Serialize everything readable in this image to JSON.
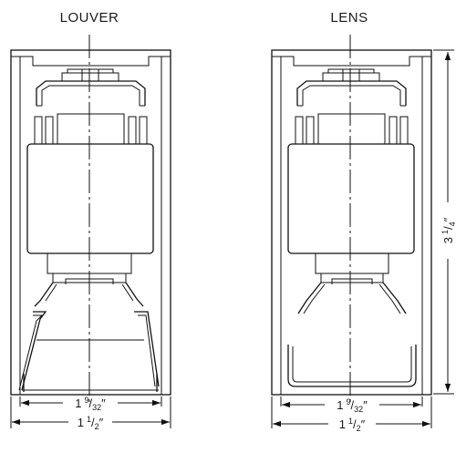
{
  "views": [
    {
      "title": "LOUVER",
      "inner_width": {
        "whole": "1",
        "num": "9",
        "den": "32"
      },
      "outer_width": {
        "whole": "1",
        "num": "1",
        "den": "2"
      }
    },
    {
      "title": "LENS",
      "inner_width": {
        "whole": "1",
        "num": "9",
        "den": "32"
      },
      "outer_width": {
        "whole": "1",
        "num": "1",
        "den": "2"
      },
      "height": {
        "whole": "3",
        "num": "1",
        "den": "4"
      }
    }
  ]
}
